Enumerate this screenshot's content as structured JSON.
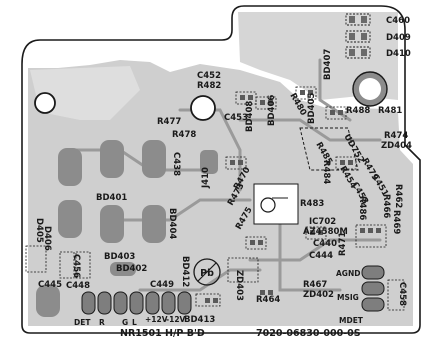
{
  "board": {
    "name": "NR1501 H/P B'D",
    "part_number": "7020-06830-000-0S",
    "lead_free_mark": "Pb"
  },
  "colors": {
    "background": "#ffffff",
    "copper": "#c9c9c9",
    "pad": "#8c8c8c",
    "pad_dark": "#5a5a5a",
    "outline": "#1a1a1a"
  },
  "components": {
    "c460": "C460",
    "d409": "D409",
    "d410": "D410",
    "bd407": "BD407",
    "r482": "R482",
    "c452": "C452",
    "r480": "R480",
    "bd405": "BD405",
    "bd408": "BD408",
    "r488": "R488",
    "r481": "R481",
    "r474": "R474",
    "zd404": "ZD404",
    "c453": "C453",
    "bd406": "BD406",
    "r477": "R477",
    "r478": "R478",
    "c438": "C438",
    "r485": "R485",
    "r484": "R484",
    "ud752": "UD752",
    "r479": "R479",
    "c451": "C451",
    "r454": "R454",
    "r462": "R462",
    "bd401": "BD401",
    "bd404": "BD404",
    "j410": "J410",
    "r473": "R473",
    "r470": "R470",
    "r483": "R483",
    "c453b": "C453",
    "r486": "R486",
    "r466": "R466",
    "r469": "R469",
    "ic702": "IC702",
    "az4580m": "AZ4580M",
    "r475": "R475",
    "c440": "C440",
    "r471": "R471",
    "c444": "C444",
    "d406": "D406",
    "d405": "D405",
    "c456": "C456",
    "bd403": "BD403",
    "bd402": "BD402",
    "bd412": "BD412",
    "c449": "C449",
    "zd403": "ZD403",
    "r464": "R464",
    "r467": "R467",
    "zd402": "ZD402",
    "c445": "C445",
    "c448": "C448",
    "c458": "C458",
    "bd413": "BD413"
  },
  "connector": {
    "det": "DET",
    "r": "R",
    "g": "G",
    "l": "L",
    "plus12v": "+12V",
    "minus12v": "-12V"
  },
  "pins": {
    "agnd": "AGND",
    "msig": "MSIG",
    "mdet": "MDET"
  }
}
